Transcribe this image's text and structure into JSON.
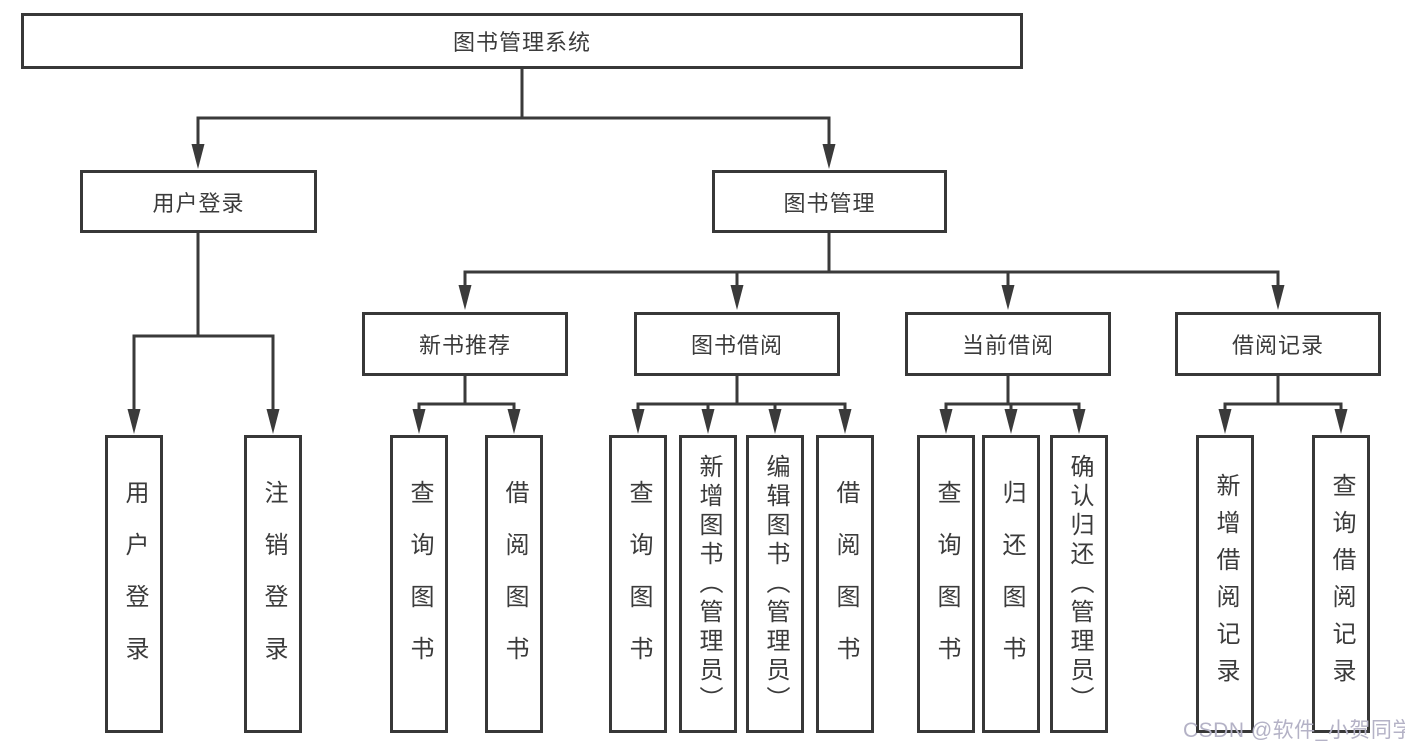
{
  "tree": {
    "root": {
      "label": "图书管理系统"
    },
    "branches": [
      {
        "label": "用户登录",
        "children": [
          {
            "label": "用户登录"
          },
          {
            "label": "注销登录"
          }
        ]
      },
      {
        "label": "图书管理",
        "children": [
          {
            "label": "新书推荐",
            "children": [
              {
                "label": "查询图书"
              },
              {
                "label": "借阅图书"
              }
            ]
          },
          {
            "label": "图书借阅",
            "children": [
              {
                "label": "查询图书"
              },
              {
                "label": "新增图书（管理员）"
              },
              {
                "label": "编辑图书（管理员）"
              },
              {
                "label": "借阅图书"
              }
            ]
          },
          {
            "label": "当前借阅",
            "children": [
              {
                "label": "查询图书"
              },
              {
                "label": "归还图书"
              },
              {
                "label": "确认归还（管理员）"
              }
            ]
          },
          {
            "label": "借阅记录",
            "children": [
              {
                "label": "新增借阅记录"
              },
              {
                "label": "查询借阅记录"
              }
            ]
          }
        ]
      }
    ]
  },
  "watermark": {
    "text": "CSDN @软件_小贺同学",
    "color": "#b4b2c6"
  },
  "colors": {
    "line": "#3a3a3a",
    "text": "#3b3b3b",
    "box_background": "#ffffff"
  }
}
